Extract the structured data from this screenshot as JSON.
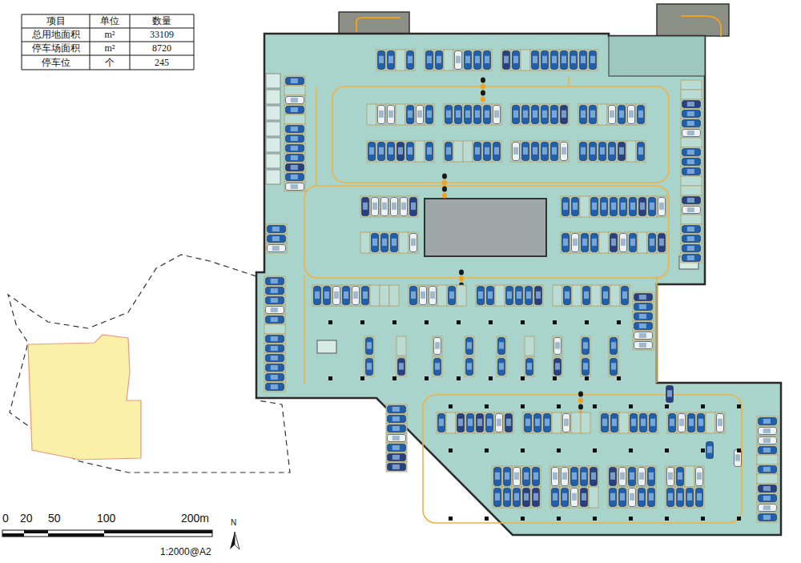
{
  "diagram": {
    "labels": [
      "项目",
      "单位",
      "数量",
      "总用地面积",
      "m²",
      "33109",
      "停车场面积",
      "m²",
      "8720",
      "停车位",
      "个",
      "245",
      "0",
      "20",
      "50",
      "100",
      "200m",
      "N",
      "1:2000@A2"
    ]
  }
}
